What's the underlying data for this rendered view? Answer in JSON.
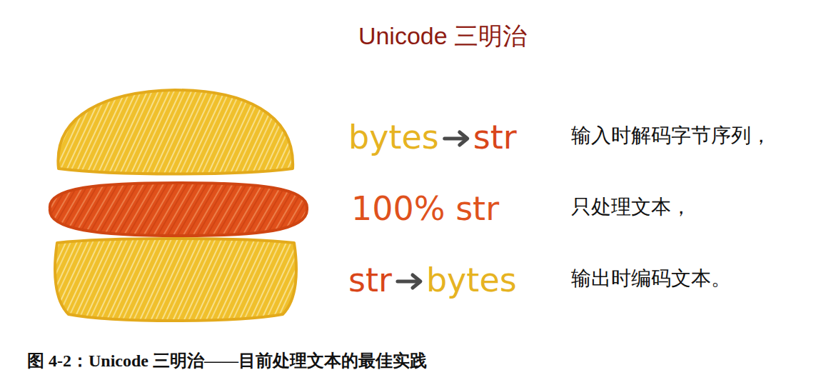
{
  "diagram": {
    "title": "Unicode 三明治",
    "caption": "图 4-2：Unicode 三明治——目前处理文本的最佳实践",
    "labels": [
      "bytes",
      "str",
      "100% str",
      "str",
      "bytes",
      "输入时解码字节序列，",
      "只处理文本，",
      "输出时编码文本。"
    ]
  }
}
